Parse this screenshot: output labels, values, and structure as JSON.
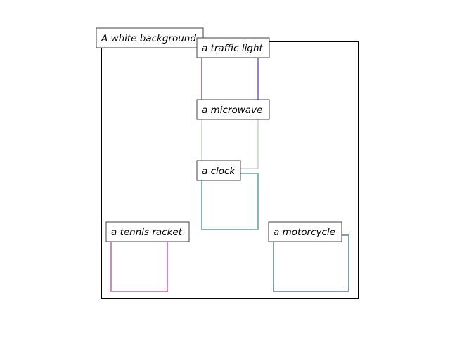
{
  "background": "#ffffff",
  "frame": {
    "label": "A white background",
    "color": "#000000"
  },
  "boxes": [
    {
      "key": "traffic-light",
      "label": "a traffic light",
      "color": "#9b7fd4"
    },
    {
      "key": "microwave",
      "label": "a microwave",
      "color": "#d3e0d6"
    },
    {
      "key": "clock",
      "label": "a clock",
      "color": "#80bfb4"
    },
    {
      "key": "tennis-racket",
      "label": "a tennis racket",
      "color": "#e07fc2"
    },
    {
      "key": "motorcycle",
      "label": "a motorcycle",
      "color": "#7fa1a0"
    }
  ],
  "label_box": {
    "fill": "#ffffff",
    "stroke": "#404040"
  }
}
